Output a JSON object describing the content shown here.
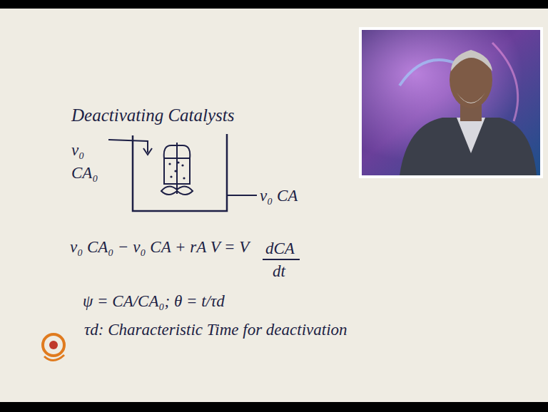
{
  "diagram": {
    "title": "Deactivating Catalysts",
    "labels": [
      "v₀",
      "CA₀",
      "v₀ CA",
      "v₀ CA₀ − v₀ CA + rA V = V",
      "dCA",
      "dt",
      "ψ = CA/CA₀;  θ = t/τd",
      "τd: Characteristic Time for deactivation"
    ]
  }
}
